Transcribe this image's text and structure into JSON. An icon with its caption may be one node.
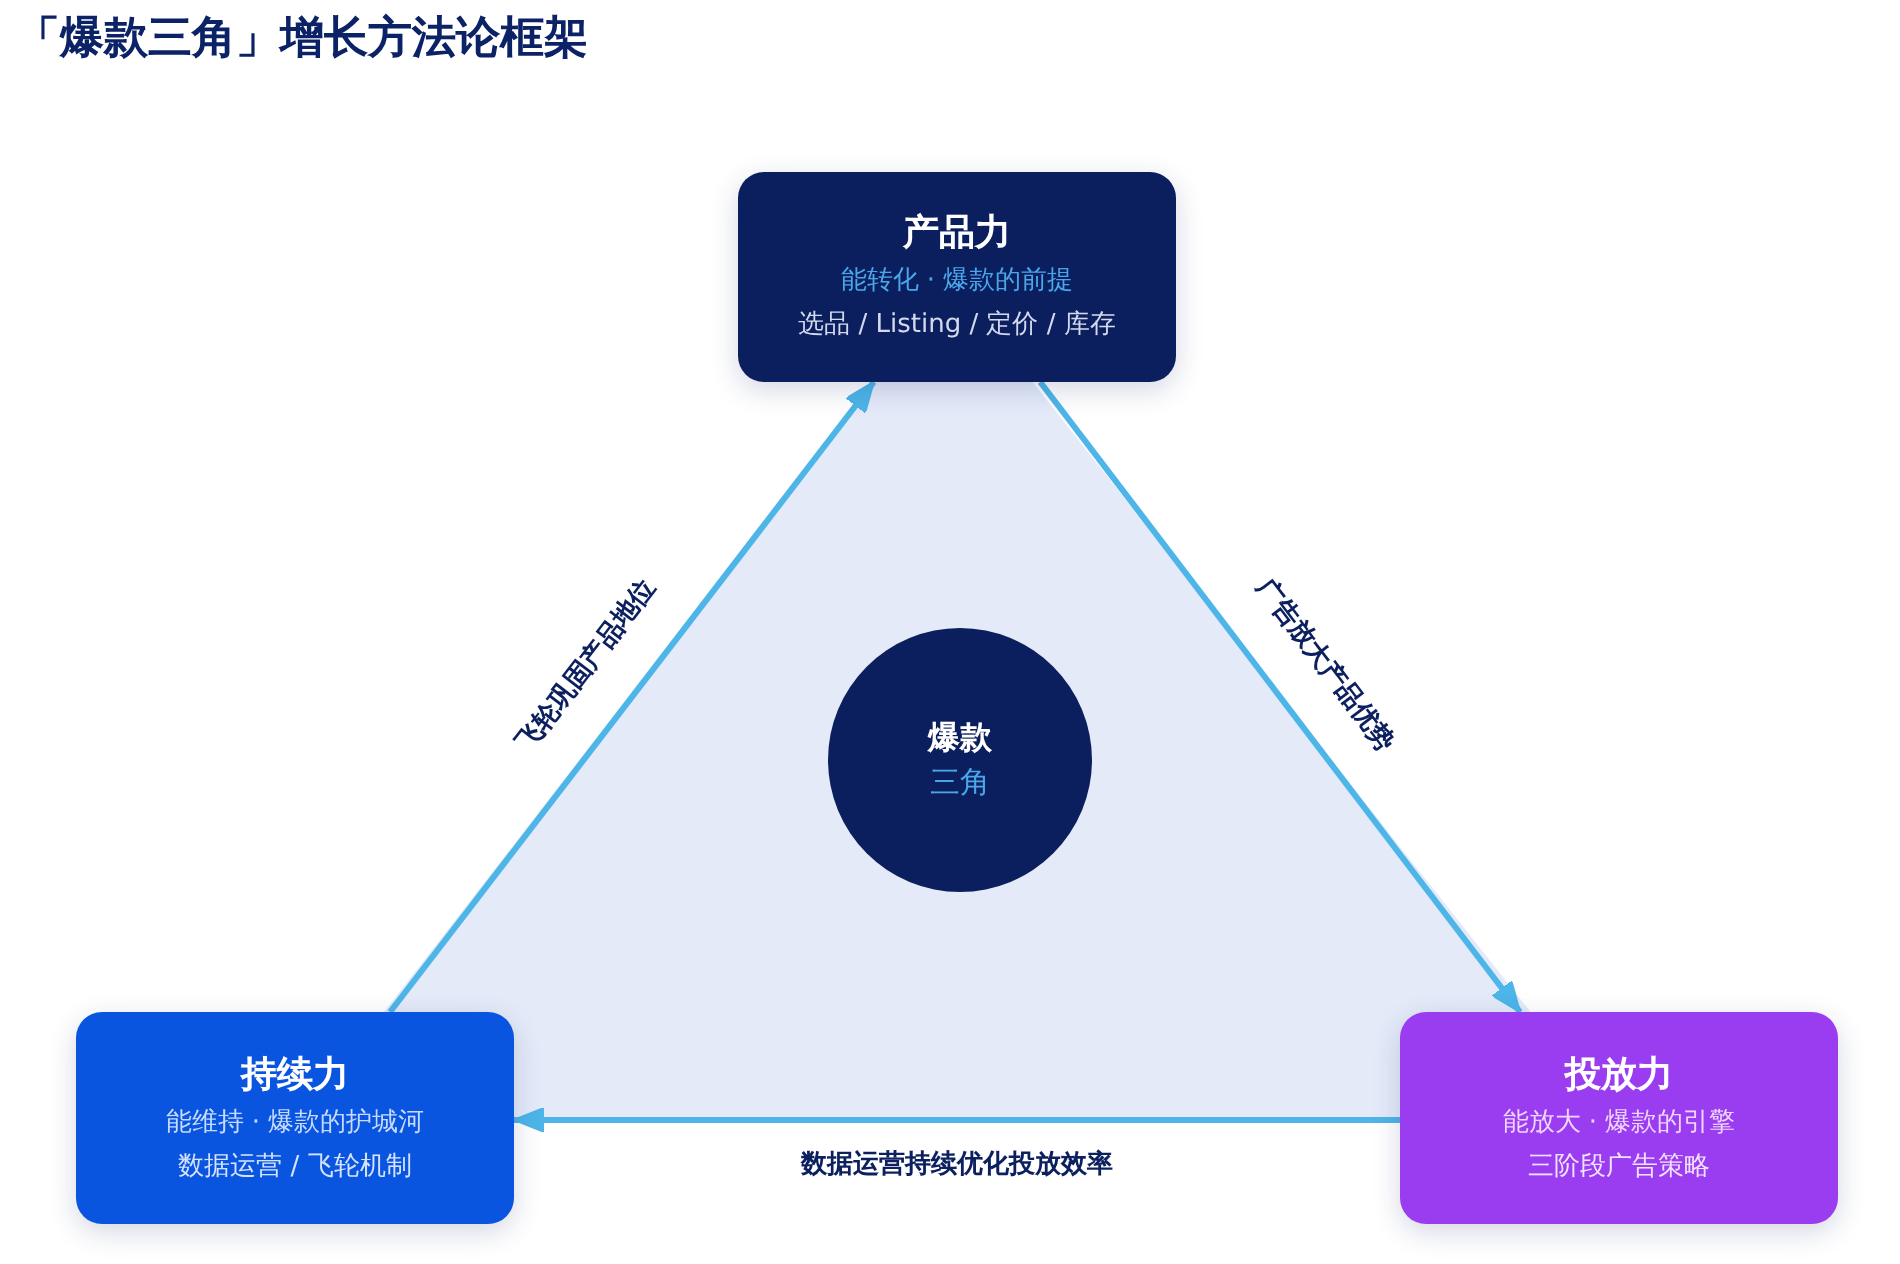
{
  "diagram": {
    "title": "「爆款三角」增长方法论框架",
    "nodes": [
      {
        "text": [
          "产品力",
          "能转化 · 爆款的前提",
          "选品 / Listing / 定价 / 库存"
        ]
      },
      {
        "text": [
          "爆款",
          "三角"
        ]
      },
      {
        "text": [
          "持续力",
          "能维持 · 爆款的护城河",
          "数据运营 / 飞轮机制"
        ]
      },
      {
        "text": [
          "投放力",
          "能放大 · 爆款的引擎",
          "三阶段广告策略"
        ]
      }
    ],
    "edges": [
      {
        "from": 2,
        "to": 0,
        "arrow": "to",
        "label": "飞轮巩固产品地位"
      },
      {
        "from": 0,
        "to": 3,
        "arrow": "to",
        "label": "广告放大产品优势"
      },
      {
        "from": 3,
        "to": 2,
        "arrow": "to",
        "label": "数据运营持续优化投放效率"
      }
    ]
  }
}
